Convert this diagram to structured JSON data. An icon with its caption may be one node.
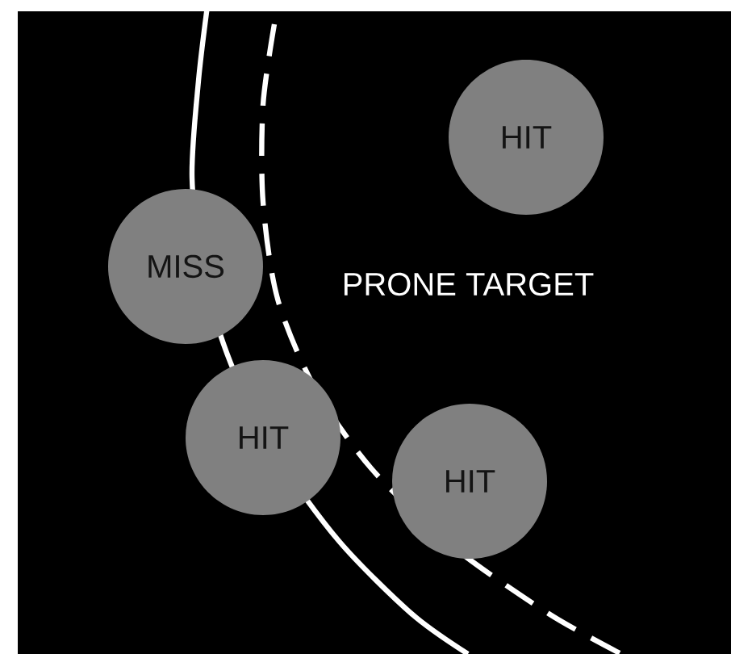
{
  "diagram": {
    "nodes": [
      {
        "text": [
          "HIT"
        ]
      },
      {
        "text": [
          "MISS"
        ]
      },
      {
        "text": [
          "HIT"
        ]
      },
      {
        "text": [
          "HIT"
        ]
      }
    ],
    "labels": [
      "PRONE TARGET"
    ]
  }
}
